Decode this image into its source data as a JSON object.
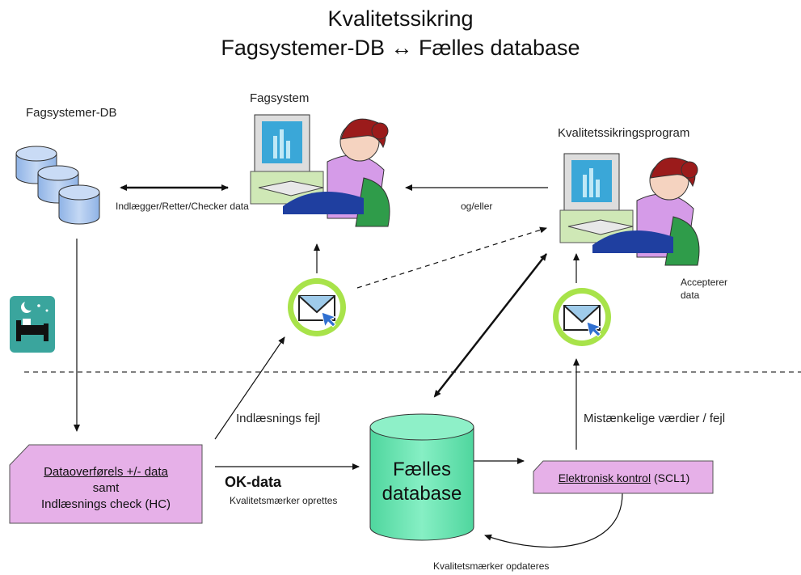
{
  "title": {
    "line1": "Kvalitetssikring",
    "line2": "Fagsystemer-DB ↔ Fælles database"
  },
  "labels": {
    "fagsystemer_db": "Fagsystemer-DB",
    "fagsystem": "Fagsystem",
    "kvalitetssikringsprogram": "Kvalitetssikringsprogram",
    "indlaegger": "Indlægger/Retter/Checker data",
    "og_eller": "og/eller",
    "accepterer_1": "Accepterer",
    "accepterer_2": "data",
    "indlaesnings_fejl": "Indlæsnings fejl",
    "mistaenkelige": "Mistænkelige værdier / fejl",
    "ok_data": "OK-data",
    "kvalitetsmaerker_oprettes": "Kvalitetsmærker oprettes",
    "kvalitetsmaerker_opdateres": "Kvalitetsmærker opdateres"
  },
  "db": {
    "line1": "Fælles",
    "line2": "database"
  },
  "dataoverfoerelse": {
    "line1": "Dataoverførels +/- data",
    "line2": "samt",
    "line3": "Indlæsnings check (HC)"
  },
  "kontrol": {
    "underlined": "Elektronisk kontrol",
    "rest": " (SCL1)"
  },
  "colors": {
    "box_fill": "#e6b0e8",
    "db_fill": "#66e0b0",
    "cylinder_fill": "#a9c6ee",
    "mail_ring": "#a8e34a",
    "night_tile": "#3aa59d"
  }
}
